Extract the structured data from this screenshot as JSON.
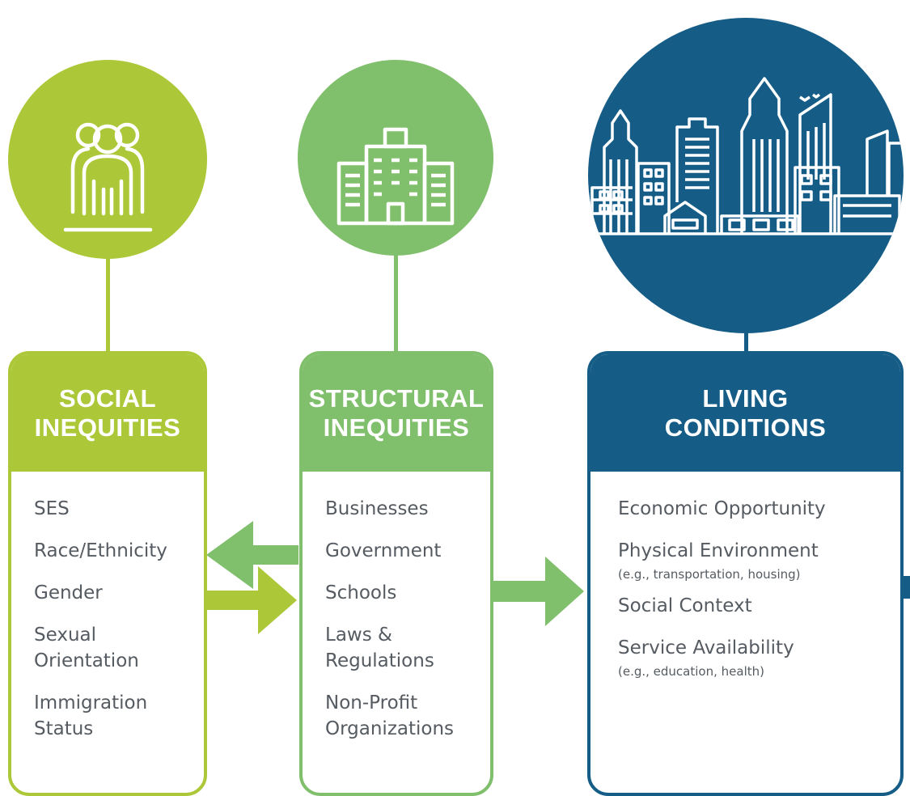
{
  "colors": {
    "social": "#acc838",
    "structural": "#80bf6b",
    "living": "#155d86",
    "text": "#555b61"
  },
  "icons": {
    "social": "people-group-icon",
    "structural": "office-building-icon",
    "living": "city-skyline-icon"
  },
  "social": {
    "title_line1": "SOCIAL",
    "title_line2": "INEQUITIES",
    "items": [
      "SES",
      "Race/Ethnicity",
      "Gender",
      "Sexual",
      "Orientation",
      "Immigration",
      "Status"
    ]
  },
  "structural": {
    "title_line1": "STRUCTURAL",
    "title_line2": "INEQUITIES",
    "items": [
      "Businesses",
      "Government",
      "Schools",
      "Laws &",
      "Regulations",
      "Non-Profit",
      "Organizations"
    ]
  },
  "living": {
    "title_line1": "LIVING",
    "title_line2": "CONDITIONS",
    "items": [
      "Economic Opportunity",
      "Physical Environment",
      "(e.g., transportation, housing)",
      "Social Context",
      "Service Availability",
      "(e.g., education, health)"
    ]
  }
}
